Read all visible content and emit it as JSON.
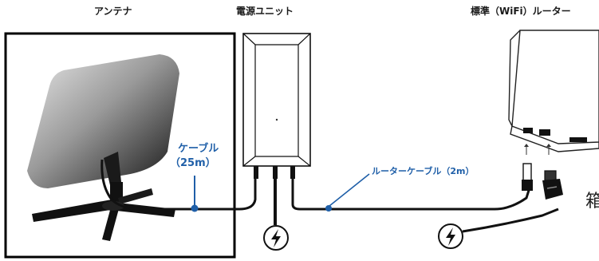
{
  "labels": {
    "antenna": "アンテナ",
    "power_unit": "電源ユニット",
    "router": "標準（WiFi）ルーター",
    "cable_line1": "ケーブル",
    "cable_line2": "（25m）",
    "router_cable": "ルーターケーブル（2m）",
    "cut_char": "箱"
  },
  "icons": {
    "power_unit_plug": "lightning-bolt-icon",
    "router_plug": "lightning-bolt-icon",
    "arrows": "arrow-up-icon"
  },
  "colors": {
    "callout": "#1f5fa8",
    "cable": "#111111",
    "frame": "#000000"
  }
}
